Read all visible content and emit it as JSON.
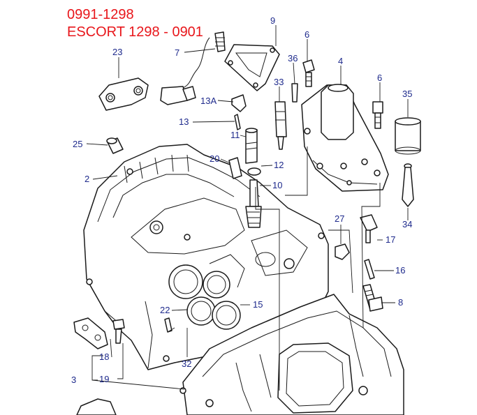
{
  "header": {
    "line1": "0991-1298",
    "line2": "ESCORT 1298 - 0901"
  },
  "colors": {
    "header": "#e8161b",
    "label": "#1e2a8c",
    "line": "#1a1a1a"
  },
  "callouts": {
    "c2": "2",
    "c3": "3",
    "c4": "4",
    "c6a": "6",
    "c6b": "6",
    "c7": "7",
    "c8": "8",
    "c9": "9",
    "c10": "10",
    "c11": "11",
    "c12": "12",
    "c13": "13",
    "c13a": "13A",
    "c15": "15",
    "c16": "16",
    "c17": "17",
    "c18": "18",
    "c19": "19",
    "c20": "20",
    "c22": "22",
    "c23": "23",
    "c25": "25",
    "c27": "27",
    "c32": "32",
    "c33": "33",
    "c34": "34",
    "c35": "35",
    "c36": "36"
  }
}
